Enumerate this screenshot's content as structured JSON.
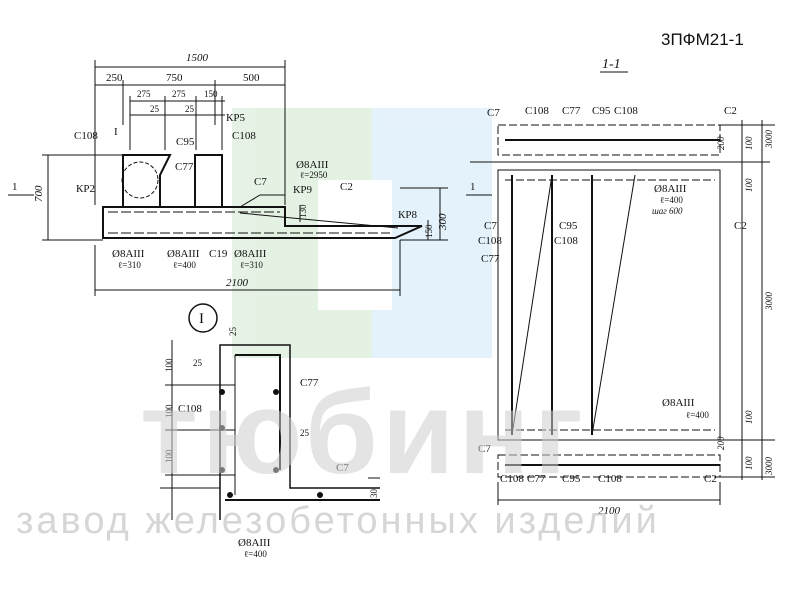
{
  "document_code": "3ПФМ21-1",
  "watermark": {
    "brand": "тюбинг",
    "subtitle": "завод железобетонных изделий"
  },
  "plan_view": {
    "overall_width": "1500",
    "total_length": "2100",
    "top_dims": [
      "250",
      "750",
      "500"
    ],
    "inner_dims": [
      "275",
      "275",
      "150"
    ],
    "sub_dims": [
      "25",
      "25"
    ],
    "height_dims": [
      "700",
      "300",
      "150",
      "130"
    ],
    "section_marker": "1",
    "detail_marker": "I",
    "labels": {
      "c108_a": "С108",
      "c95": "С95",
      "kp5": "КР5",
      "c108_b": "С108",
      "c77": "С77",
      "kp2": "КР2",
      "o8_a": "Ø8АIII",
      "o8_a_t": "ℓ=2950",
      "c7": "С7",
      "kp9": "КР9",
      "c2": "С2",
      "kp8": "КР8",
      "o8_b": "Ø8АIII",
      "o8_b_t": "ℓ=310",
      "o8_c": "Ø8АIII",
      "o8_c_t": "ℓ=400",
      "c19": "С19",
      "o8_d": "Ø8АIII",
      "o8_d_t": "ℓ=310"
    }
  },
  "detail_view": {
    "marker": "I",
    "dims": [
      "25",
      "25",
      "100",
      "100",
      "100",
      "25",
      "30"
    ],
    "labels": {
      "c108": "С108",
      "c77": "С77",
      "c7": "С7",
      "o8": "Ø8АIII",
      "o8_t": "ℓ=400"
    }
  },
  "section_view": {
    "title": "1-1",
    "width": "2100",
    "right_dims": [
      "3000",
      "100",
      "200",
      "100",
      "3000",
      "100",
      "200",
      "100",
      "3000"
    ],
    "labels": {
      "top_c7": "С7",
      "top_c108": "С108",
      "top_c77": "С77",
      "top_c95": "С95",
      "top_c108b": "С108",
      "top_c2": "С2",
      "o8_top": "Ø8АIII",
      "o8_top_t": "ℓ=400",
      "step": "шаг 600",
      "c7": "С7",
      "c108": "С108",
      "c77": "С77",
      "c95": "С95",
      "c108b": "С108",
      "c2": "С2",
      "o8_bot": "Ø8АIII",
      "o8_bot_t": "ℓ=400",
      "bot_c7": "С7",
      "bot_c108": "С108",
      "bot_c77": "С77",
      "bot_c95": "С95",
      "bot_c108b": "С108",
      "bot_c2": "С2"
    }
  }
}
